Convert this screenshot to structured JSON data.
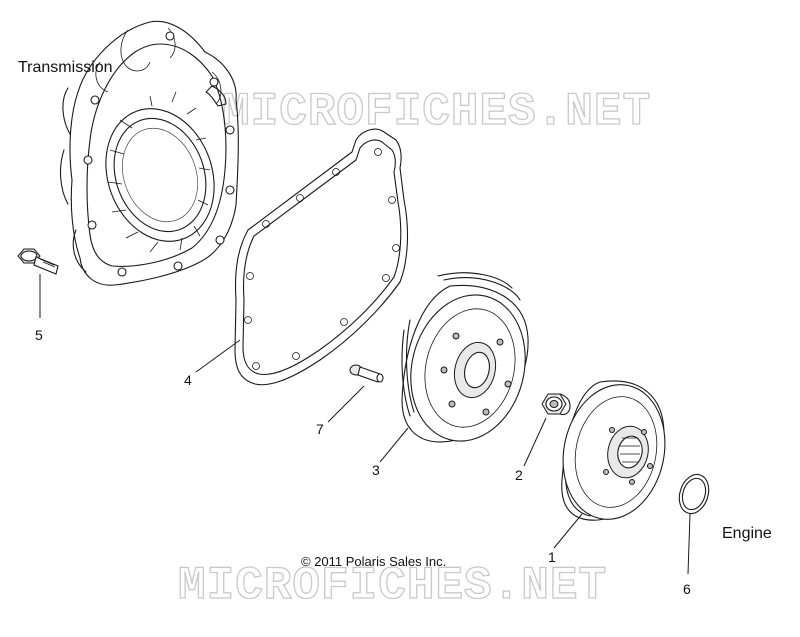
{
  "labels": {
    "transmission": "Transmission",
    "engine": "Engine",
    "copyright": "© 2011 Polaris Sales Inc."
  },
  "watermark": {
    "top": "MICROFICHES.NET",
    "bottom": "MICROFICHES.NET"
  },
  "callouts": [
    {
      "id": "1",
      "text": "1"
    },
    {
      "id": "2",
      "text": "2"
    },
    {
      "id": "3",
      "text": "3"
    },
    {
      "id": "4",
      "text": "4"
    },
    {
      "id": "5",
      "text": "5"
    },
    {
      "id": "6",
      "text": "6"
    },
    {
      "id": "7",
      "text": "7"
    }
  ],
  "colors": {
    "line": "#1a1a1a",
    "watermark": "#c9c9c9",
    "background": "#ffffff"
  }
}
